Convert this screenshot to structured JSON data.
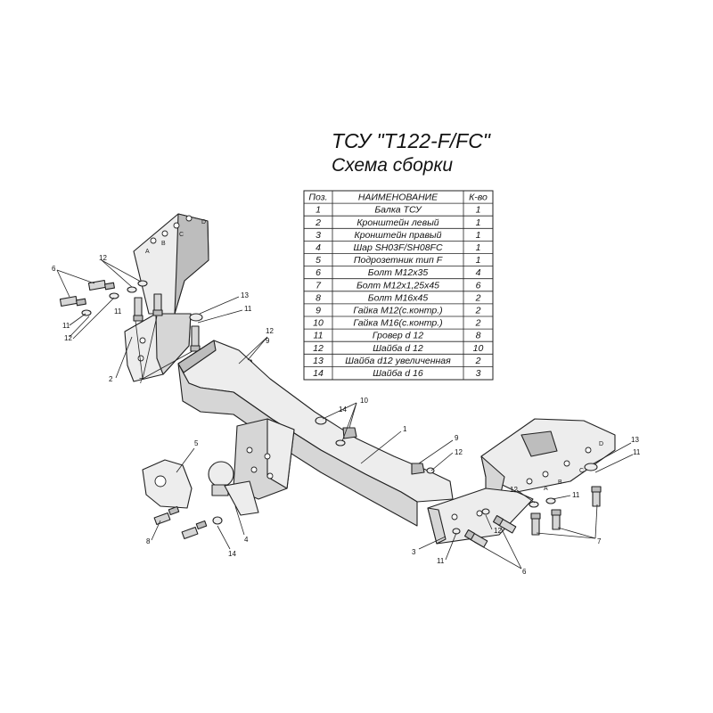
{
  "title": {
    "line1": "ТСУ \"Т122-F/FC\"",
    "line2": "Схема сборки"
  },
  "table": {
    "headers": [
      "Поз.",
      "НАИМЕНОВАНИЕ",
      "К-во"
    ],
    "rows": [
      [
        "1",
        "Балка ТСУ",
        "1"
      ],
      [
        "2",
        "Кронштейн левый",
        "1"
      ],
      [
        "3",
        "Кронштейн правый",
        "1"
      ],
      [
        "4",
        "Шар SH03F/SH08FC",
        "1"
      ],
      [
        "5",
        "Подрозетник тип F",
        "1"
      ],
      [
        "6",
        "Болт М12х35",
        "4"
      ],
      [
        "7",
        "Болт М12х1,25х45",
        "6"
      ],
      [
        "8",
        "Болт М16х45",
        "2"
      ],
      [
        "9",
        "Гайка М12(с.контр.)",
        "2"
      ],
      [
        "10",
        "Гайка М16(с.контр.)",
        "2"
      ],
      [
        "11",
        "Гровер d 12",
        "8"
      ],
      [
        "12",
        "Шайба d 12",
        "10"
      ],
      [
        "13",
        "Шайба d12 увеличенная",
        "2"
      ],
      [
        "14",
        "Шайба d 16",
        "3"
      ]
    ]
  },
  "callouts": {
    "left_bracket": {
      "c12": "12",
      "c6": "6",
      "c11a": "11",
      "c12b": "12",
      "c11b": "11",
      "c13": "13",
      "c11c": "11",
      "c2": "2",
      "c7": "7",
      "c12c": "12",
      "c9": "9"
    },
    "center": {
      "c14": "14",
      "c10": "10",
      "c1": "1",
      "c9": "9",
      "c12": "12",
      "c5": "5",
      "c8": "8",
      "c14b": "14",
      "c4": "4"
    },
    "right_bracket": {
      "c13": "13",
      "c11": "11",
      "c12": "12",
      "c11b": "11",
      "c7": "7",
      "c3": "3",
      "c11c": "11",
      "c12b": "12",
      "c6": "6"
    }
  },
  "hole_letters": {
    "left": [
      "A",
      "B",
      "C",
      "D"
    ],
    "right": [
      "A",
      "B",
      "C",
      "D"
    ]
  }
}
